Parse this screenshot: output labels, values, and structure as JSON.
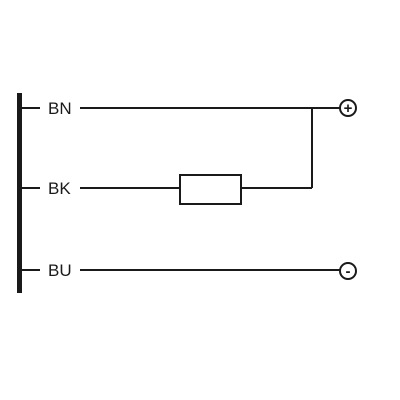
{
  "wires": [
    {
      "label": "BN"
    },
    {
      "label": "BK"
    },
    {
      "label": "BU"
    }
  ],
  "terminals": {
    "positive": "+",
    "negative": "-"
  },
  "colors": {
    "line": "#1a1a1a",
    "background": "#ffffff"
  }
}
